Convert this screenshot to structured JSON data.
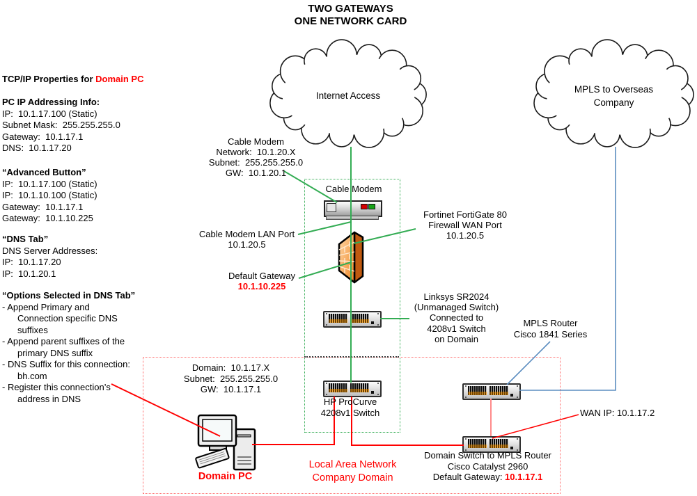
{
  "colors": {
    "green": "#33AC53",
    "red": "#FF0000",
    "light_red": "#FF6A6A",
    "salmon": "#FF8A8A",
    "blue": "#5B8DC0",
    "black_dots": "#3A3A3A"
  },
  "title": {
    "line1": "TWO GATEWAYS",
    "line2": "ONE NETWORK CARD"
  },
  "clouds": {
    "internet": "Internet Access",
    "mpls1": "MPLS to Overseas",
    "mpls2": "Company"
  },
  "left_panel": {
    "title_prefix": "TCP/IP Properties for ",
    "title_highlight": "Domain PC",
    "addr_heading": "PC IP Addressing Info:",
    "addr_lines": [
      "IP:  10.1.17.100 (Static)",
      "Subnet Mask:  255.255.255.0",
      "Gateway:  10.1.17.1",
      "DNS:  10.1.17.20"
    ],
    "adv_heading": "“Advanced Button”",
    "adv_lines": [
      "IP:  10.1.17.100 (Static)",
      "IP:  10.1.10.100 (Static)",
      "Gateway:  10.1.17.1",
      "Gateway:  10.1.10.225"
    ],
    "dns_heading": "“DNS Tab”",
    "dns_lines": [
      "DNS Server Addresses:",
      "IP:  10.1.17.20",
      "IP:  10.1.20.1"
    ],
    "opt_heading": "“Options Selected in DNS Tab”",
    "opt_lines": [
      "- Append Primary and",
      "Connection specific DNS",
      "suffixes",
      "- Append parent suffixes of the",
      "primary DNS suffix",
      "- DNS Suffix for this connection:",
      "bh.com",
      "- Register this connection’s",
      "address in DNS"
    ]
  },
  "labels": {
    "cm_info": [
      "Cable Modem",
      "Network:  10.1.20.X",
      "Subnet:  255.255.255.0",
      "GW:  10.1.20.1"
    ],
    "cm_device": "Cable Modem",
    "fortinet": [
      "Fortinet FortiGate 80",
      "Firewall WAN Port",
      "10.1.20.5"
    ],
    "lan_port": [
      "Cable Modem LAN Port",
      "10.1.20.5"
    ],
    "dg_label": "Default Gateway",
    "dg_value": "10.1.10.225",
    "linksys": [
      "Linksys SR2024",
      "(Unmanaged Switch)",
      "Connected to",
      "4208v1 Switch",
      "on Domain"
    ],
    "mpls_router": [
      "MPLS Router",
      "Cisco 1841 Series"
    ],
    "domain_info": [
      "Domain:  10.1.17.X",
      "Subnet:  255.255.255.0",
      "GW:  10.1.17.1"
    ],
    "hp_switch": [
      "HP ProCurve",
      "4208v1 Switch"
    ],
    "wan_ip": "WAN IP: 10.1.17.2",
    "ds_line1": "Domain Switch to MPLS Router",
    "ds_line2": "Cisco Catalyst 2960",
    "ds_line3_prefix": "Default Gateway: ",
    "ds_line3_value": "10.1.17.1",
    "lan1": "Local Area Network",
    "lan2": "Company Domain",
    "domain_pc": "Domain PC"
  }
}
